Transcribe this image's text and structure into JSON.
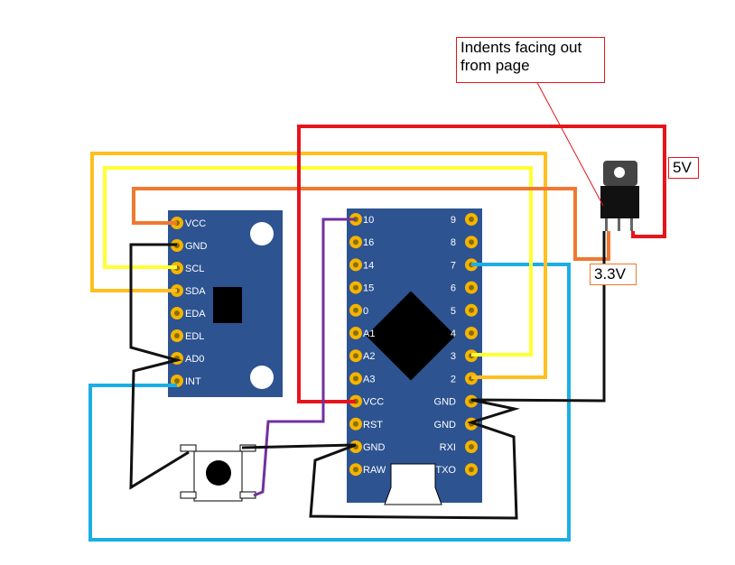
{
  "mpu": {
    "pins": [
      "VCC",
      "GND",
      "SCL",
      "SDA",
      "EDA",
      "EDL",
      "AD0",
      "INT"
    ]
  },
  "pro_micro": {
    "left_pins": [
      "10",
      "16",
      "14",
      "15",
      "0",
      "A1",
      "A2",
      "A3",
      "VCC",
      "RST",
      "GND",
      "RAW"
    ],
    "right_pins": [
      "9",
      "8",
      "7",
      "6",
      "5",
      "4",
      "3",
      "2",
      "GND",
      "GND",
      "RXI",
      "TXO"
    ]
  },
  "regulator": {
    "note": "Indents facing out\nfrom page",
    "input_label": "5V",
    "output_label": "3.3V"
  },
  "colors": {
    "board": "#2d5391",
    "pin": "#f4b400",
    "red_wire": "#e8141b",
    "orange_wire": "#f07830",
    "yellow_wire": "#ffff33",
    "amber_wire": "#ffbf1f",
    "blue_wire": "#1aaee6",
    "purple_wire": "#7030a0",
    "black_wire": "#111111"
  }
}
